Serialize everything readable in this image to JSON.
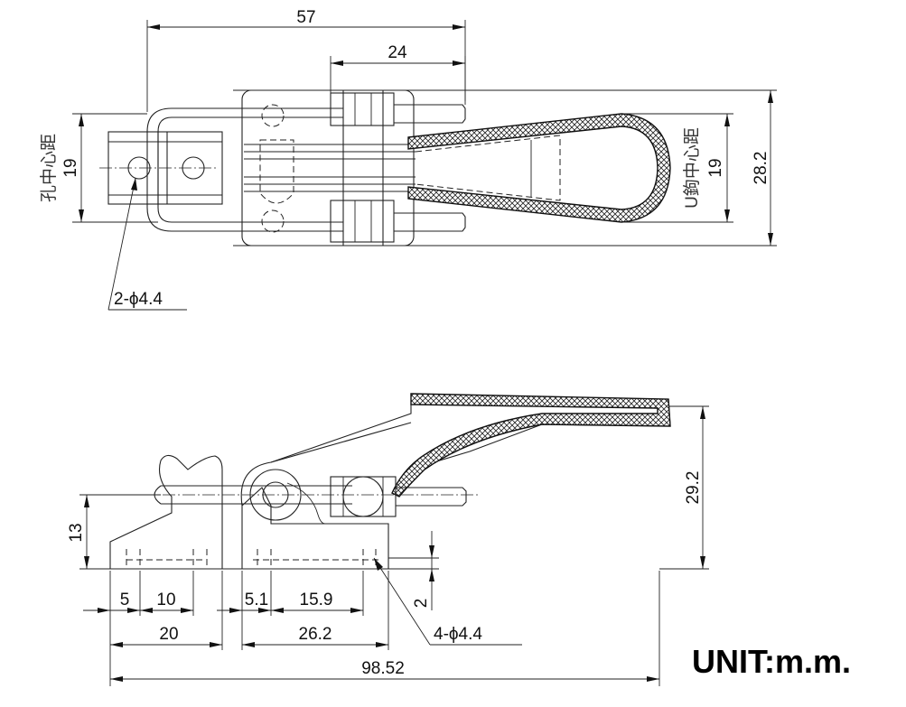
{
  "top_view": {
    "dim_57": "57",
    "dim_24": "24",
    "dim_hole_pitch": "19",
    "hole_pitch_label": "孔中心距",
    "dim_u_pitch": "19",
    "u_pitch_label": "U鉤中心距",
    "dim_28_2": "28.2",
    "hole_callout": "2-ϕ4.4"
  },
  "side_view": {
    "dim_13": "13",
    "dim_29_2": "29.2",
    "dim_2": "2",
    "dim_5": "5",
    "dim_10": "10",
    "dim_5_1": "5.1",
    "dim_15_9": "15.9",
    "dim_20": "20",
    "dim_26_2": "26.2",
    "dim_98_52": "98.52",
    "hole_callout": "4-ϕ4.4"
  },
  "unit_label": "UNIT:m.m."
}
